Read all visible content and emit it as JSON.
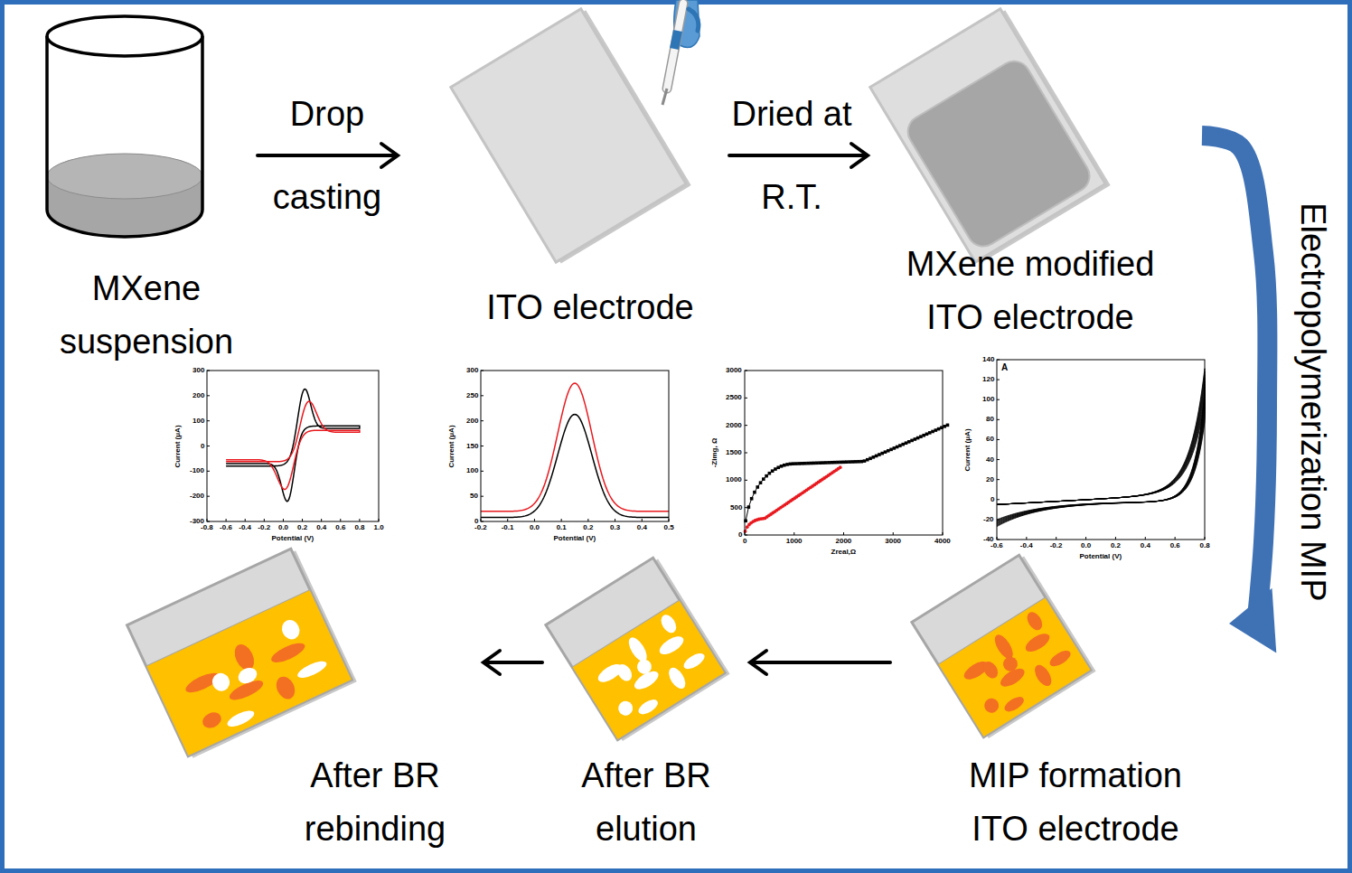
{
  "diagram": {
    "nodes": [
      {
        "text": [
          "MXene suspension"
        ]
      },
      {
        "text": [
          "ITO electrode"
        ]
      },
      {
        "text": [
          "MXene modified ITO electrode"
        ]
      },
      {
        "text": [
          "MIP formation ITO electrode"
        ]
      },
      {
        "text": [
          "After BR elution"
        ]
      },
      {
        "text": [
          "After BR rebinding"
        ]
      }
    ],
    "edges": [
      {
        "from": 0,
        "to": 1,
        "arrow": "to",
        "label": "Drop casting"
      },
      {
        "from": 1,
        "to": 2,
        "arrow": "to",
        "label": "Dried at R.T."
      },
      {
        "from": 2,
        "to": 3,
        "arrow": "to",
        "label": "Electropolymerization MIP"
      },
      {
        "from": 3,
        "to": 4,
        "arrow": "to"
      },
      {
        "from": 4,
        "to": 5,
        "arrow": "to"
      }
    ],
    "labels": [
      "300",
      "200",
      "100",
      "0",
      "-100",
      "-200",
      "-300",
      "-0.8",
      "-0.6",
      "-0.4",
      "-0.2",
      "0.0",
      "0.2",
      "0.4",
      "0.6",
      "0.8",
      "1.0",
      "Current (μA)",
      "Potential (V)",
      "300",
      "250",
      "200",
      "150",
      "100",
      "50",
      "0",
      "-0.2",
      "-0.1",
      "0.0",
      "0.1",
      "0.2",
      "0.3",
      "0.4",
      "0.5",
      "Current (μA)",
      "Potential (V)",
      "3000",
      "2500",
      "2000",
      "1500",
      "1000",
      "500",
      "0",
      "0",
      "1000",
      "2000",
      "3000",
      "4000",
      "-Zimg, Ω",
      "Zreal,Ω",
      "A",
      "140",
      "120",
      "100",
      "80",
      "60",
      "40",
      "20",
      "0",
      "-20",
      "-40",
      "-0.6",
      "-0.4",
      "-0.2",
      "0.0",
      "0.2",
      "0.4",
      "0.6",
      "0.8",
      "Current (μA)",
      "Potential (V)"
    ]
  }
}
